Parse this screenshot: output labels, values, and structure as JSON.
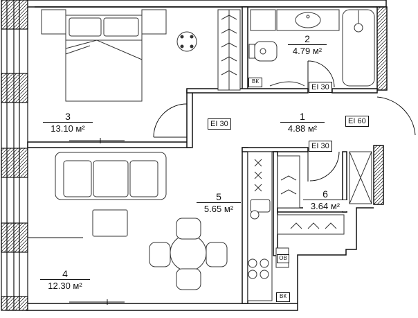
{
  "rooms": [
    {
      "number": "1",
      "area": "4.88 м²"
    },
    {
      "number": "2",
      "area": "4.79 м²"
    },
    {
      "number": "3",
      "area": "13.10 м²"
    },
    {
      "number": "4",
      "area": "12.30 м²"
    },
    {
      "number": "5",
      "area": "5.65 м²"
    },
    {
      "number": "6",
      "area": "3.64 м²"
    }
  ],
  "fire_ratings": {
    "bath_door": "EI 30",
    "bedroom_door": "EI 30",
    "entrance_door": "EI 60",
    "closet_door": "EI 30"
  },
  "fixtures": {
    "vent_top": "ВК",
    "vent_bottom": "ВК",
    "oven": "ОВ"
  }
}
